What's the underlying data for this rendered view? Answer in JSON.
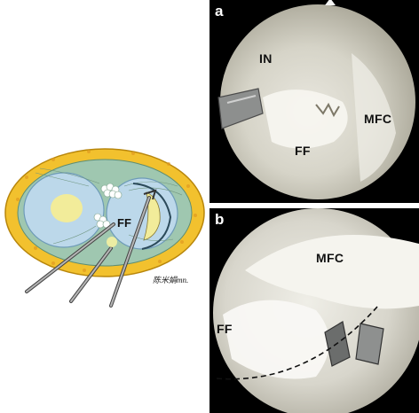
{
  "illustration": {
    "label": "FF",
    "signature_text": "陈米娟mn."
  },
  "panels": [
    {
      "letter": "a",
      "labels": [
        "IN",
        "MFC",
        "FF"
      ]
    },
    {
      "letter": "b",
      "labels": [
        "MFC",
        "FF"
      ]
    }
  ]
}
